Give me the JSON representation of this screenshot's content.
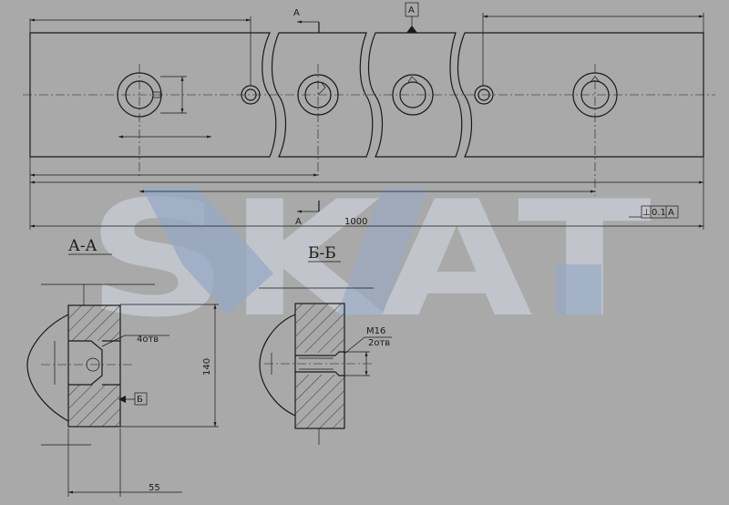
{
  "watermark": {
    "text": "SKAT",
    "color_light": "#c4c8cf",
    "color_blue": "#95aac8"
  },
  "main_view": {
    "section_letter_top": "А",
    "section_letter_bottom": "А",
    "datum_label": "А",
    "overall_length": "1000",
    "tolerance": {
      "symbol": "⊥",
      "value": "0.1",
      "datum": "A"
    }
  },
  "section_aa": {
    "title": "А-А",
    "note_holes": "4отв",
    "height_dim": "140",
    "width_dim": "55",
    "datum_ref": "Б"
  },
  "section_bb": {
    "title": "Б-Б",
    "thread": "M16",
    "note_holes": "2отв"
  }
}
